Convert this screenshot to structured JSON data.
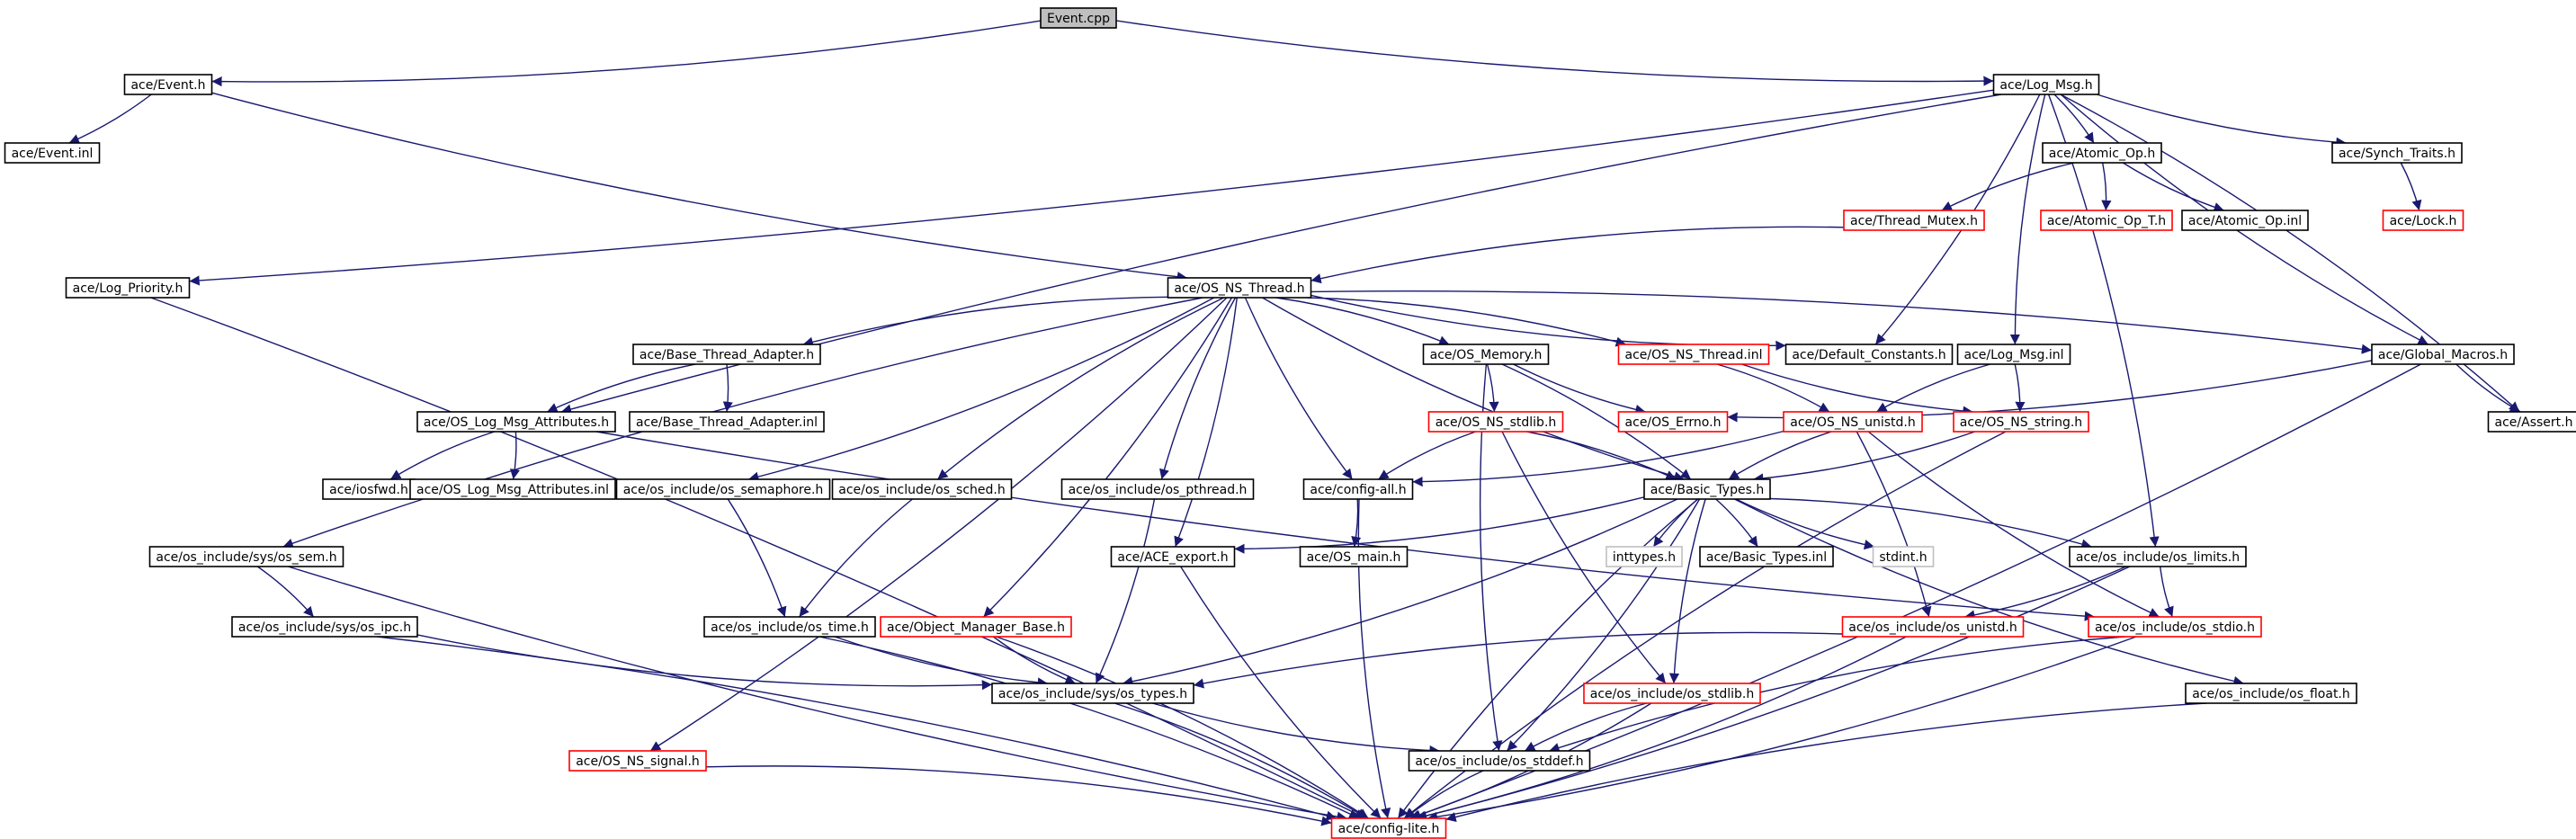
{
  "diagram": {
    "colors": {
      "edge": "#191970",
      "node_border": "#000000",
      "missing_border": "#ff0000",
      "system_border": "#bfbfbf",
      "root_fill": "#bfbfbf",
      "node_fill": "#ffffff"
    },
    "nodes": [
      {
        "id": "event_cpp",
        "label": "Event.cpp",
        "kind": "root"
      },
      {
        "id": "event_h",
        "label": "ace/Event.h",
        "kind": "normal"
      },
      {
        "id": "log_msg_h",
        "label": "ace/Log_Msg.h",
        "kind": "normal"
      },
      {
        "id": "event_inl",
        "label": "ace/Event.inl",
        "kind": "normal"
      },
      {
        "id": "atomic_op_h",
        "label": "ace/Atomic_Op.h",
        "kind": "normal"
      },
      {
        "id": "synch_traits_h",
        "label": "ace/Synch_Traits.h",
        "kind": "normal"
      },
      {
        "id": "thread_mutex_h",
        "label": "ace/Thread_Mutex.h",
        "kind": "missing"
      },
      {
        "id": "atomic_op_t_h",
        "label": "ace/Atomic_Op_T.h",
        "kind": "missing"
      },
      {
        "id": "atomic_op_inl",
        "label": "ace/Atomic_Op.inl",
        "kind": "normal"
      },
      {
        "id": "lock_h",
        "label": "ace/Lock.h",
        "kind": "missing"
      },
      {
        "id": "log_priority_h",
        "label": "ace/Log_Priority.h",
        "kind": "normal"
      },
      {
        "id": "os_ns_thread_h",
        "label": "ace/OS_NS_Thread.h",
        "kind": "normal"
      },
      {
        "id": "base_thread_adapter_h",
        "label": "ace/Base_Thread_Adapter.h",
        "kind": "normal"
      },
      {
        "id": "os_memory_h",
        "label": "ace/OS_Memory.h",
        "kind": "normal"
      },
      {
        "id": "os_ns_thread_inl",
        "label": "ace/OS_NS_Thread.inl",
        "kind": "missing"
      },
      {
        "id": "default_constants_h",
        "label": "ace/Default_Constants.h",
        "kind": "normal"
      },
      {
        "id": "log_msg_inl",
        "label": "ace/Log_Msg.inl",
        "kind": "normal"
      },
      {
        "id": "global_macros_h",
        "label": "ace/Global_Macros.h",
        "kind": "normal"
      },
      {
        "id": "os_log_msg_attributes_h",
        "label": "ace/OS_Log_Msg_Attributes.h",
        "kind": "normal"
      },
      {
        "id": "base_thread_adapter_inl",
        "label": "ace/Base_Thread_Adapter.inl",
        "kind": "normal"
      },
      {
        "id": "os_ns_stdlib_h",
        "label": "ace/OS_NS_stdlib.h",
        "kind": "missing"
      },
      {
        "id": "os_errno_h",
        "label": "ace/OS_Errno.h",
        "kind": "missing"
      },
      {
        "id": "os_ns_unistd_h",
        "label": "ace/OS_NS_unistd.h",
        "kind": "missing"
      },
      {
        "id": "os_ns_string_h",
        "label": "ace/OS_NS_string.h",
        "kind": "missing"
      },
      {
        "id": "assert_h",
        "label": "ace/Assert.h",
        "kind": "normal"
      },
      {
        "id": "iosfwd_h",
        "label": "ace/iosfwd.h",
        "kind": "normal"
      },
      {
        "id": "os_log_msg_attributes_inl",
        "label": "ace/OS_Log_Msg_Attributes.inl",
        "kind": "normal"
      },
      {
        "id": "os_semaphore_h",
        "label": "ace/os_include/os_semaphore.h",
        "kind": "normal"
      },
      {
        "id": "os_sched_h",
        "label": "ace/os_include/os_sched.h",
        "kind": "normal"
      },
      {
        "id": "os_pthread_h",
        "label": "ace/os_include/os_pthread.h",
        "kind": "normal"
      },
      {
        "id": "config_all_h",
        "label": "ace/config-all.h",
        "kind": "normal"
      },
      {
        "id": "basic_types_h",
        "label": "ace/Basic_Types.h",
        "kind": "normal"
      },
      {
        "id": "sys_os_sem_h",
        "label": "ace/os_include/sys/os_sem.h",
        "kind": "normal"
      },
      {
        "id": "ace_export_h",
        "label": "ace/ACE_export.h",
        "kind": "normal"
      },
      {
        "id": "os_main_h",
        "label": "ace/OS_main.h",
        "kind": "normal"
      },
      {
        "id": "inttypes_h",
        "label": "inttypes.h",
        "kind": "system"
      },
      {
        "id": "basic_types_inl",
        "label": "ace/Basic_Types.inl",
        "kind": "normal"
      },
      {
        "id": "stdint_h",
        "label": "stdint.h",
        "kind": "system"
      },
      {
        "id": "os_limits_h",
        "label": "ace/os_include/os_limits.h",
        "kind": "normal"
      },
      {
        "id": "sys_os_ipc_h",
        "label": "ace/os_include/sys/os_ipc.h",
        "kind": "normal"
      },
      {
        "id": "os_time_h",
        "label": "ace/os_include/os_time.h",
        "kind": "normal"
      },
      {
        "id": "object_manager_base_h",
        "label": "ace/Object_Manager_Base.h",
        "kind": "missing"
      },
      {
        "id": "os_unistd_h",
        "label": "ace/os_include/os_unistd.h",
        "kind": "missing"
      },
      {
        "id": "os_stdio_h",
        "label": "ace/os_include/os_stdio.h",
        "kind": "missing"
      },
      {
        "id": "sys_os_types_h",
        "label": "ace/os_include/sys/os_types.h",
        "kind": "normal"
      },
      {
        "id": "os_stdlib_h",
        "label": "ace/os_include/os_stdlib.h",
        "kind": "missing"
      },
      {
        "id": "os_float_h",
        "label": "ace/os_include/os_float.h",
        "kind": "normal"
      },
      {
        "id": "os_ns_signal_h",
        "label": "ace/OS_NS_signal.h",
        "kind": "missing"
      },
      {
        "id": "os_stddef_h",
        "label": "ace/os_include/os_stddef.h",
        "kind": "normal"
      },
      {
        "id": "config_lite_h",
        "label": "ace/config-lite.h",
        "kind": "missing"
      }
    ],
    "edges": [
      [
        "event_cpp",
        "event_h"
      ],
      [
        "event_cpp",
        "log_msg_h"
      ],
      [
        "event_h",
        "event_inl"
      ],
      [
        "event_h",
        "os_ns_thread_h"
      ],
      [
        "log_msg_h",
        "log_priority_h"
      ],
      [
        "log_msg_h",
        "os_log_msg_attributes_h"
      ],
      [
        "log_msg_h",
        "default_constants_h"
      ],
      [
        "log_msg_h",
        "log_msg_inl"
      ],
      [
        "log_msg_h",
        "atomic_op_h"
      ],
      [
        "log_msg_h",
        "synch_traits_h"
      ],
      [
        "log_msg_h",
        "os_limits_h"
      ],
      [
        "log_msg_h",
        "global_macros_h"
      ],
      [
        "log_msg_h",
        "assert_h"
      ],
      [
        "atomic_op_h",
        "thread_mutex_h"
      ],
      [
        "atomic_op_h",
        "atomic_op_t_h"
      ],
      [
        "atomic_op_h",
        "atomic_op_inl"
      ],
      [
        "synch_traits_h",
        "lock_h"
      ],
      [
        "thread_mutex_h",
        "os_ns_thread_h"
      ],
      [
        "log_priority_h",
        "config_lite_h"
      ],
      [
        "os_ns_thread_h",
        "sys_os_sem_h"
      ],
      [
        "os_ns_thread_h",
        "os_ns_signal_h"
      ],
      [
        "os_ns_thread_h",
        "base_thread_adapter_h"
      ],
      [
        "os_ns_thread_h",
        "os_semaphore_h"
      ],
      [
        "os_ns_thread_h",
        "os_sched_h"
      ],
      [
        "os_ns_thread_h",
        "object_manager_base_h"
      ],
      [
        "os_ns_thread_h",
        "os_pthread_h"
      ],
      [
        "os_ns_thread_h",
        "ace_export_h"
      ],
      [
        "os_ns_thread_h",
        "config_all_h"
      ],
      [
        "os_ns_thread_h",
        "os_memory_h"
      ],
      [
        "os_ns_thread_h",
        "basic_types_h"
      ],
      [
        "os_ns_thread_h",
        "os_ns_thread_inl"
      ],
      [
        "os_ns_thread_h",
        "default_constants_h"
      ],
      [
        "os_ns_thread_h",
        "global_macros_h"
      ],
      [
        "base_thread_adapter_h",
        "os_log_msg_attributes_h"
      ],
      [
        "base_thread_adapter_h",
        "base_thread_adapter_inl"
      ],
      [
        "os_log_msg_attributes_h",
        "iosfwd_h"
      ],
      [
        "os_log_msg_attributes_h",
        "os_log_msg_attributes_inl"
      ],
      [
        "os_log_msg_attributes_h",
        "os_stdio_h"
      ],
      [
        "os_memory_h",
        "os_ns_stdlib_h"
      ],
      [
        "os_memory_h",
        "os_errno_h"
      ],
      [
        "os_memory_h",
        "basic_types_h"
      ],
      [
        "os_memory_h",
        "os_stddef_h"
      ],
      [
        "os_ns_thread_inl",
        "os_ns_unistd_h"
      ],
      [
        "os_ns_thread_inl",
        "os_ns_string_h"
      ],
      [
        "log_msg_inl",
        "os_ns_string_h"
      ],
      [
        "log_msg_inl",
        "os_ns_unistd_h"
      ],
      [
        "global_macros_h",
        "os_errno_h"
      ],
      [
        "global_macros_h",
        "assert_h"
      ],
      [
        "global_macros_h",
        "config_lite_h"
      ],
      [
        "os_ns_stdlib_h",
        "config_all_h"
      ],
      [
        "os_ns_stdlib_h",
        "basic_types_h"
      ],
      [
        "os_ns_stdlib_h",
        "os_stdlib_h"
      ],
      [
        "os_ns_unistd_h",
        "config_all_h"
      ],
      [
        "os_ns_unistd_h",
        "basic_types_h"
      ],
      [
        "os_ns_unistd_h",
        "os_unistd_h"
      ],
      [
        "os_ns_unistd_h",
        "os_stdio_h"
      ],
      [
        "os_ns_string_h",
        "basic_types_h"
      ],
      [
        "os_ns_string_h",
        "config_lite_h"
      ],
      [
        "config_all_h",
        "os_main_h"
      ],
      [
        "config_all_h",
        "config_lite_h"
      ],
      [
        "basic_types_h",
        "ace_export_h"
      ],
      [
        "basic_types_h",
        "inttypes_h"
      ],
      [
        "basic_types_h",
        "basic_types_inl"
      ],
      [
        "basic_types_h",
        "stdint_h"
      ],
      [
        "basic_types_h",
        "os_limits_h"
      ],
      [
        "basic_types_h",
        "os_float_h"
      ],
      [
        "basic_types_h",
        "sys_os_types_h"
      ],
      [
        "basic_types_h",
        "os_stdlib_h"
      ],
      [
        "basic_types_h",
        "os_stddef_h"
      ],
      [
        "basic_types_h",
        "config_lite_h"
      ],
      [
        "sys_os_sem_h",
        "sys_os_ipc_h"
      ],
      [
        "sys_os_sem_h",
        "config_lite_h"
      ],
      [
        "os_semaphore_h",
        "os_time_h"
      ],
      [
        "os_sched_h",
        "os_time_h"
      ],
      [
        "os_pthread_h",
        "sys_os_types_h"
      ],
      [
        "ace_export_h",
        "config_lite_h"
      ],
      [
        "os_limits_h",
        "os_unistd_h"
      ],
      [
        "os_limits_h",
        "os_stdio_h"
      ],
      [
        "os_limits_h",
        "config_lite_h"
      ],
      [
        "sys_os_ipc_h",
        "sys_os_types_h"
      ],
      [
        "sys_os_ipc_h",
        "config_lite_h"
      ],
      [
        "os_time_h",
        "sys_os_types_h"
      ],
      [
        "os_time_h",
        "config_lite_h"
      ],
      [
        "object_manager_base_h",
        "sys_os_types_h"
      ],
      [
        "object_manager_base_h",
        "config_lite_h"
      ],
      [
        "os_unistd_h",
        "sys_os_types_h"
      ],
      [
        "os_unistd_h",
        "config_lite_h"
      ],
      [
        "os_stdio_h",
        "os_stddef_h"
      ],
      [
        "os_stdio_h",
        "config_lite_h"
      ],
      [
        "sys_os_types_h",
        "os_stddef_h"
      ],
      [
        "sys_os_types_h",
        "config_lite_h"
      ],
      [
        "os_stdlib_h",
        "os_stddef_h"
      ],
      [
        "os_stdlib_h",
        "config_lite_h"
      ],
      [
        "os_float_h",
        "config_lite_h"
      ],
      [
        "os_ns_signal_h",
        "config_lite_h"
      ],
      [
        "os_stddef_h",
        "config_lite_h"
      ]
    ]
  }
}
